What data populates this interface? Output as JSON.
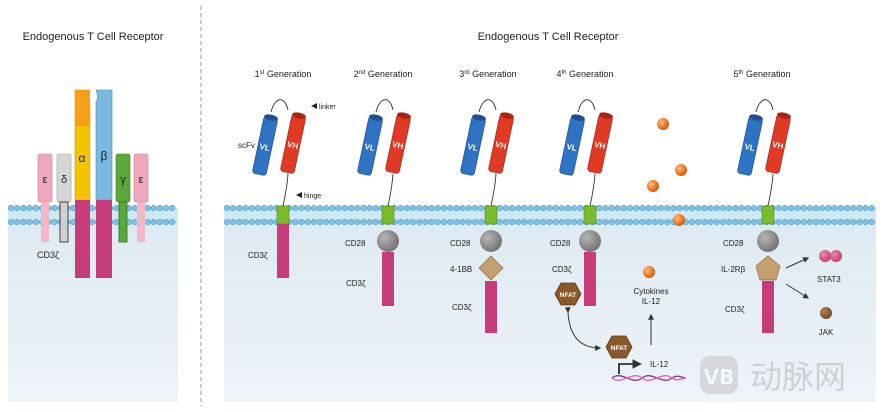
{
  "left_panel": {
    "title": "Endogenous T Cell Receptor",
    "chains": {
      "epsilon_left": "ε",
      "delta": "δ",
      "alpha": "α",
      "beta": "β",
      "gamma": "γ",
      "epsilon_right": "ε"
    },
    "cd3z_label": "CD3ζ"
  },
  "right_panel": {
    "title": "Endogenous T Cell Receptor",
    "generations": [
      {
        "num": "1",
        "sup": "st",
        "rest": " Generation"
      },
      {
        "num": "2",
        "sup": "nd",
        "rest": " Generation"
      },
      {
        "num": "3",
        "sup": "rd",
        "rest": " Generation"
      },
      {
        "num": "4",
        "sup": "th",
        "rest": " Generation"
      },
      {
        "num": "5",
        "sup": "th",
        "rest": " Generation"
      }
    ],
    "vl_label": "VL",
    "vh_label": "VH",
    "labels": {
      "scfv": "scFv",
      "linker": "linker",
      "hinge": "hinge",
      "cd3z_gen1": "CD3ζ",
      "cd28_gen2": "CD28",
      "cd3z_gen2": "CD3ζ",
      "cd28_gen3": "CD28",
      "fourone_bb": "4-1BB",
      "cd3z_gen3": "CD3ζ",
      "cd28_gen4": "CD28",
      "cd3z_gen4": "CD3ζ",
      "nfat_top": "NFAT",
      "nfat_bottom": "NFAT",
      "cytokines": "Cytokines",
      "il12_cytokine": "IL-12",
      "il12_gene": "IL-12",
      "cd28_gen5": "CD28",
      "il2rb": "IL-2Rβ",
      "cd3z_gen5": "CD3ζ",
      "stat3": "STAT3",
      "jak": "JAK"
    }
  },
  "watermark": {
    "logo": "VB",
    "text": "动脉网"
  },
  "colors": {
    "vl_blue": "#2f73c4",
    "vh_red": "#e03a25",
    "cd3z_magenta": "#c73c7a",
    "hinge_green": "#7dbb2e",
    "cd28_gray": "#8a8a8a",
    "tcr_alpha_yellow": "#f5c400",
    "tcr_beta_blue": "#7ab9e0",
    "epsilon_pink": "#f0a8bc",
    "delta_gray": "#d6d6d6",
    "gamma_green": "#5aa83a",
    "cytokine_orange": "#f07b24",
    "nfat_brown": "#8b5a2b",
    "stat3_pink": "#d24a7a",
    "jak_brown": "#8b5a2b",
    "membrane_blue": "#bfe0f2",
    "cytoplasm": "#e9f1f6"
  }
}
